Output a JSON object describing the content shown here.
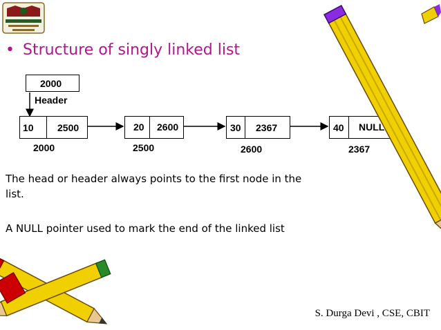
{
  "slide": {
    "bullet": "•",
    "title": "Structure of singly linked list",
    "paragraph1_line1": "The head or header always points to the first node in the",
    "paragraph1_line2": "list.",
    "paragraph2": "A NULL pointer used to mark the end of the linked list",
    "footer": "S. Durga Devi , CSE, CBIT"
  },
  "diagram": {
    "header_value": "2000",
    "header_label": "Header",
    "nodes": [
      {
        "data": "10",
        "next": "2500",
        "address": "2000"
      },
      {
        "data": "20",
        "next": "2600",
        "address": "2500"
      },
      {
        "data": "30",
        "next": "2367",
        "address": "2600"
      },
      {
        "data": "40",
        "next": "NULL",
        "address": "2367"
      }
    ]
  },
  "decorations": {
    "logo_icon": "college-seal-icon",
    "pencil_icon": "pencil-icon",
    "colors": {
      "title": "#b4148c",
      "pencil_yellow": "#f0d000",
      "pencil_violet": "#8a2be2",
      "pencil_red": "#cc0000"
    }
  }
}
